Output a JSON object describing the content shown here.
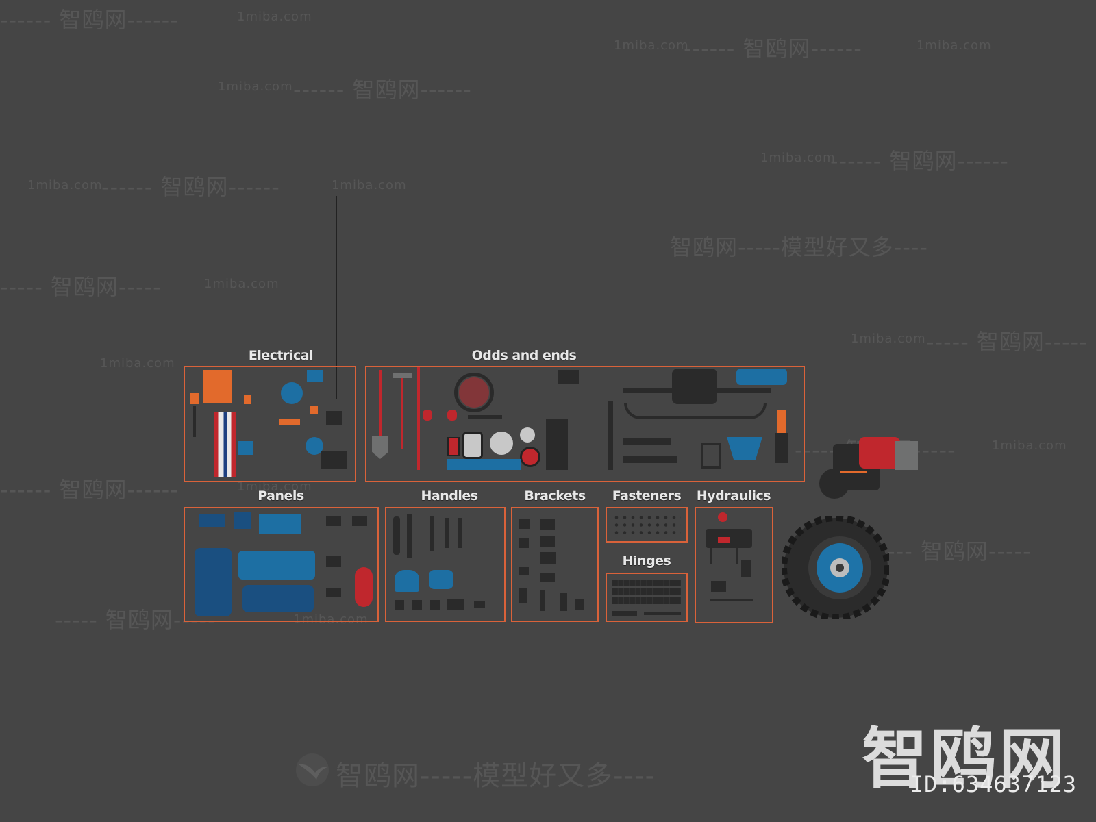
{
  "groups": {
    "electrical": "Electrical",
    "odds_and_ends": "Odds and ends",
    "panels": "Panels",
    "handles": "Handles",
    "brackets": "Brackets",
    "fasteners": "Fasteners",
    "hinges": "Hinges",
    "hydraulics": "Hydraulics"
  },
  "watermarks": {
    "site": "1miba.com",
    "brand": "智鸥网",
    "slogan_line": "智鸥网-----模型好又多----",
    "dash_brand": "------ 智鸥网------",
    "dash_brand_short": "----- 智鸥网-----"
  },
  "branding": {
    "logo_text": "智鸥网",
    "id_text": "ID:634637123"
  },
  "colors": {
    "background": "#454545",
    "frame_accent": "#d9623a",
    "part_blue": "#1d6fa3",
    "part_orange": "#e26a2c",
    "part_red": "#c0272d"
  }
}
